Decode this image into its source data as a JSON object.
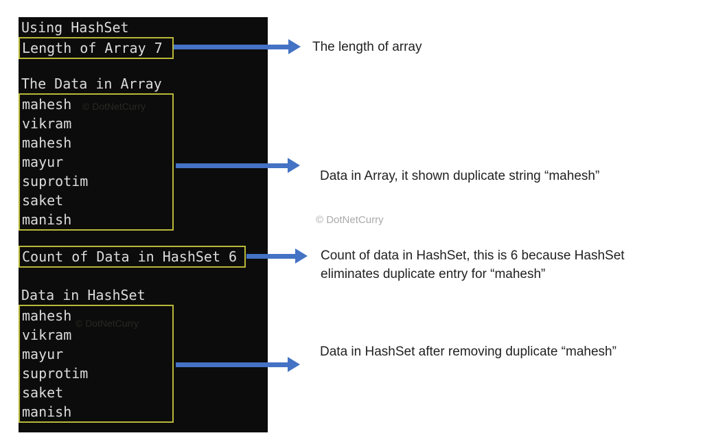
{
  "console": {
    "title_line": "Using HashSet",
    "length_box": "Length of Array 7",
    "array_header": "The Data in Array",
    "array_items": [
      "mahesh",
      "vikram",
      "mahesh",
      "mayur",
      "suprotim",
      "saket",
      "manish"
    ],
    "count_box": "Count of Data in HashSet 6",
    "hashset_header": "Data in HashSet",
    "hashset_items": [
      "mahesh",
      "vikram",
      "mayur",
      "suprotim",
      "saket",
      "manish"
    ]
  },
  "annotations": [
    {
      "text": "The length of array"
    },
    {
      "text": "Data in Array, it shown duplicate string “mahesh”"
    },
    {
      "text": "Count of data in HashSet, this is 6 because HashSet eliminates duplicate entry for “mahesh”"
    },
    {
      "text": "Data in HashSet after removing duplicate “mahesh”"
    }
  ],
  "watermark": {
    "text": "© DotNetCurry"
  },
  "colors": {
    "console_background": "#0c0c0c",
    "console_text": "#dcdcdc",
    "highlight_box_border": "#b9b93a",
    "arrow": "#4472c4",
    "annotation_text": "#212121",
    "watermark_text": "#a9a9a9"
  }
}
